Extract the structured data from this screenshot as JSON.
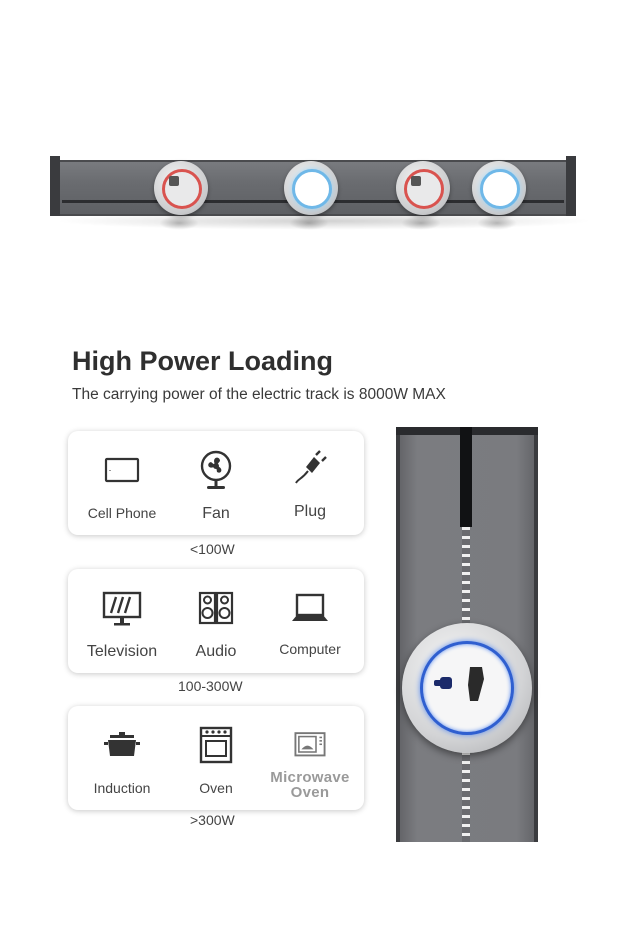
{
  "heading": {
    "title": "High Power Loading",
    "subtitle": "The carrying power of the electric track is 8000W MAX"
  },
  "groups": [
    {
      "range": "<100W",
      "items": [
        {
          "label": "Cell Phone",
          "icon": "cell-phone-icon"
        },
        {
          "label": "Fan",
          "icon": "fan-icon"
        },
        {
          "label": "Plug",
          "icon": "plug-icon"
        }
      ]
    },
    {
      "range": "100-300W",
      "items": [
        {
          "label": "Television",
          "icon": "television-icon"
        },
        {
          "label": "Audio",
          "icon": "audio-icon"
        },
        {
          "label": "Computer",
          "icon": "computer-icon"
        }
      ]
    },
    {
      "range": ">300W",
      "items": [
        {
          "label": "Induction",
          "icon": "induction-icon"
        },
        {
          "label": "Oven",
          "icon": "oven-icon"
        },
        {
          "label_line1": "Microwave",
          "label_line2": "Oven",
          "icon": "microwave-icon"
        }
      ]
    }
  ],
  "colors": {
    "track": "#6a6c70",
    "socket_red": "#d9534f",
    "socket_blue": "#6fb8e8",
    "closeup_ring": "#2f5fd0"
  }
}
